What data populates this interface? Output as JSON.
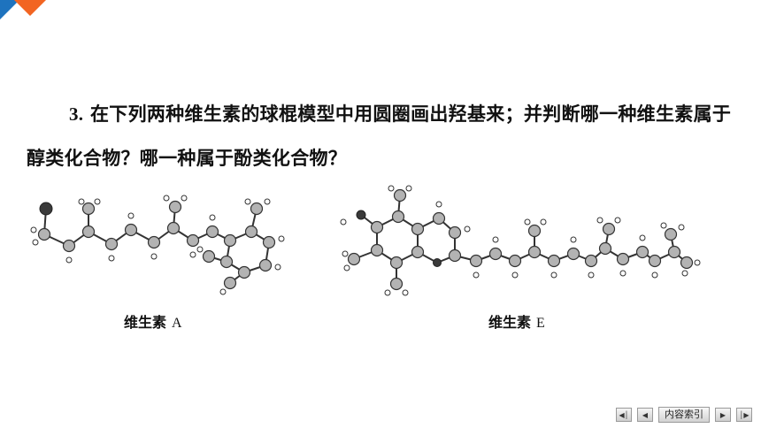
{
  "question": {
    "number": "3.",
    "text": "在下列两种维生素的球棍模型中用圆圈画出羟基来；并判断哪一种维生素属于醇类化合物？哪一种属于酚类化合物？"
  },
  "figures": [
    {
      "caption": "维生素",
      "letter": "A"
    },
    {
      "caption": "维生素",
      "letter": "E"
    }
  ],
  "nav": {
    "index_label": "内容索引",
    "first_icon": "first-page-icon",
    "prev_icon": "prev-page-icon",
    "next_icon": "next-page-icon",
    "last_icon": "last-page-icon"
  },
  "colors": {
    "corner_blue": "#1e73be",
    "corner_orange": "#f26522",
    "atom_carbon": "#b3b3b3",
    "atom_oxygen": "#3a3a3a"
  }
}
